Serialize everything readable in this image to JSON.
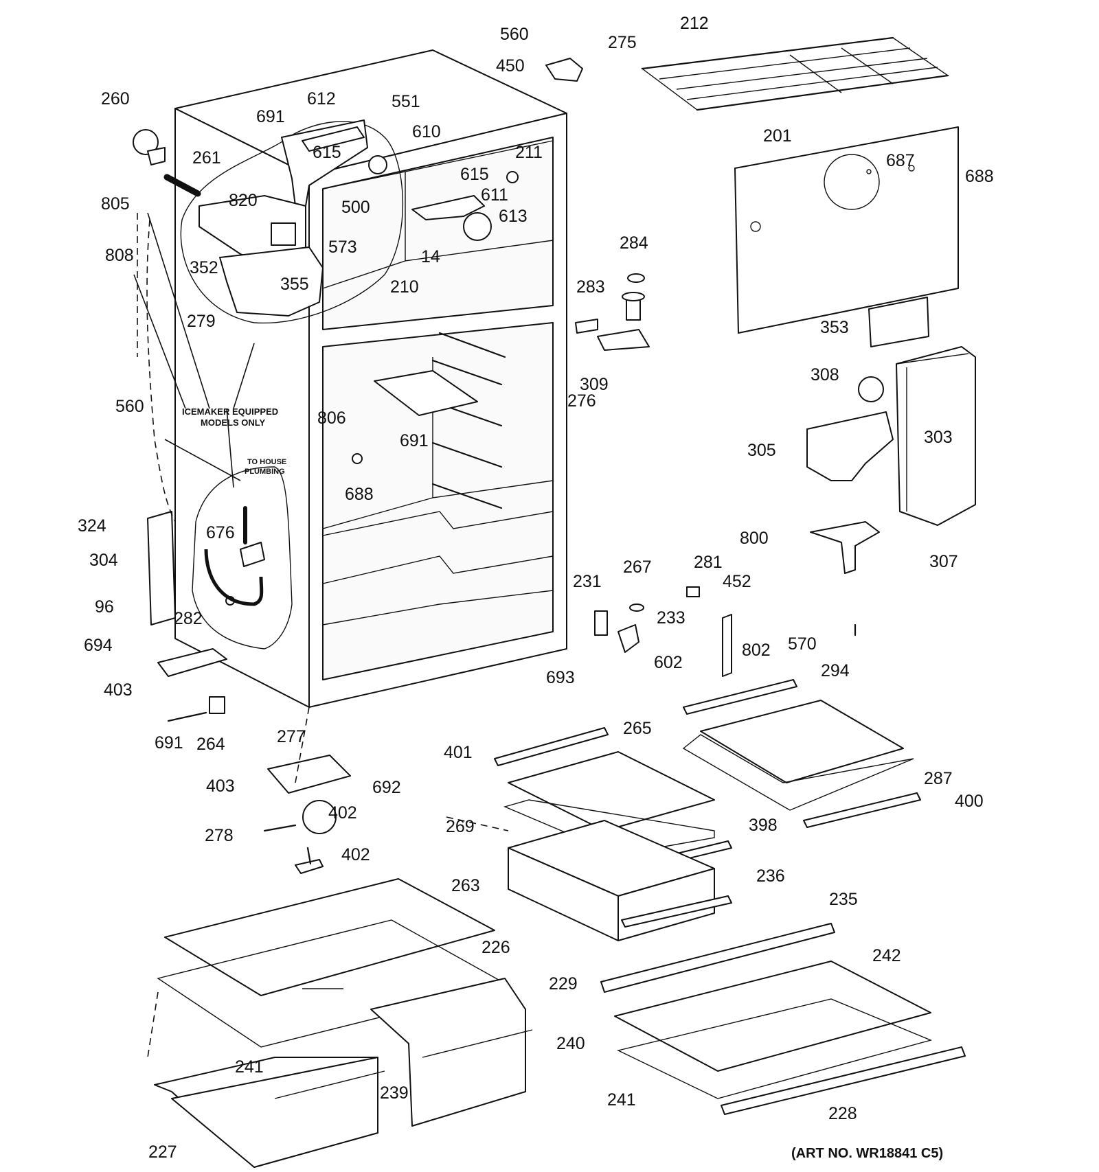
{
  "notes": {
    "icemaker_line1": "ICEMAKER EQUIPPED",
    "icemaker_line2": "MODELS ONLY",
    "plumbing_line1": "TO HOUSE",
    "plumbing_line2": "PLUMBING"
  },
  "art_number": "(ART NO. WR18841 C5)",
  "callouts": [
    "560",
    "275",
    "450",
    "212",
    "260",
    "691",
    "612",
    "551",
    "610",
    "615",
    "615",
    "211",
    "201",
    "687",
    "688",
    "261",
    "805",
    "820",
    "500",
    "611",
    "613",
    "573",
    "284",
    "14",
    "808",
    "352",
    "355",
    "210",
    "283",
    "279",
    "353",
    "309",
    "276",
    "560",
    "806",
    "691",
    "308",
    "305",
    "303",
    "688",
    "324",
    "676",
    "800",
    "307",
    "304",
    "96",
    "267",
    "281",
    "231",
    "452",
    "233",
    "282",
    "802",
    "570",
    "694",
    "602",
    "693",
    "294",
    "403",
    "277",
    "691",
    "264",
    "265",
    "401",
    "403",
    "692",
    "287",
    "400",
    "402",
    "278",
    "269",
    "398",
    "402",
    "263",
    "236",
    "235",
    "226",
    "242",
    "229",
    "240",
    "241",
    "239",
    "241",
    "228",
    "227",
    "240"
  ]
}
